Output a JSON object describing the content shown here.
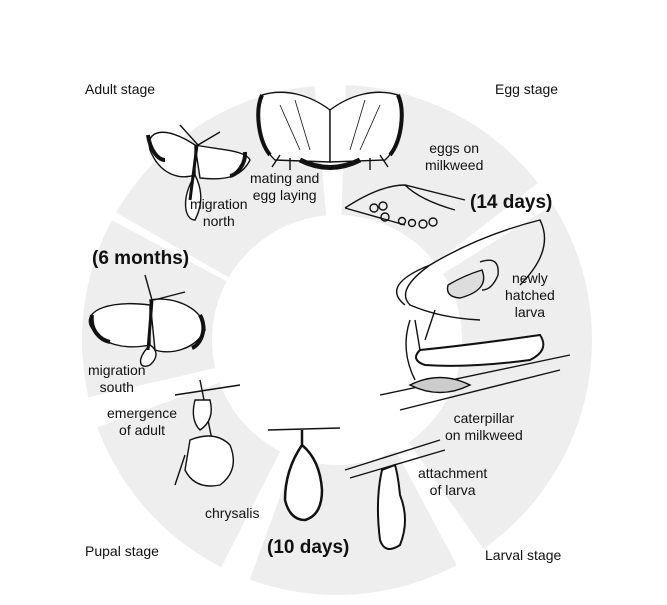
{
  "stages": {
    "adult": "Adult stage",
    "egg": "Egg stage",
    "larval": "Larval stage",
    "pupal": "Pupal stage"
  },
  "durations": {
    "egg": "(14 days)",
    "pupal": "(10 days)",
    "adult": "(6 months)"
  },
  "events": {
    "mating": [
      "mating and",
      "egg laying"
    ],
    "eggs": [
      "eggs on",
      "milkweed"
    ],
    "hatched": [
      "newly",
      "hatched",
      "larva"
    ],
    "caterpillar": [
      "caterpillar",
      "on milkweed"
    ],
    "attachment": [
      "attachment",
      "of larva"
    ],
    "chrysalis": [
      "chrysalis"
    ],
    "emergence": [
      "emergence",
      "of adult"
    ],
    "migration_south": [
      "migration",
      "south"
    ],
    "migration_north": [
      "migration",
      "north"
    ]
  },
  "colors": {
    "ring": "#eeeeee",
    "ink": "#111111"
  }
}
